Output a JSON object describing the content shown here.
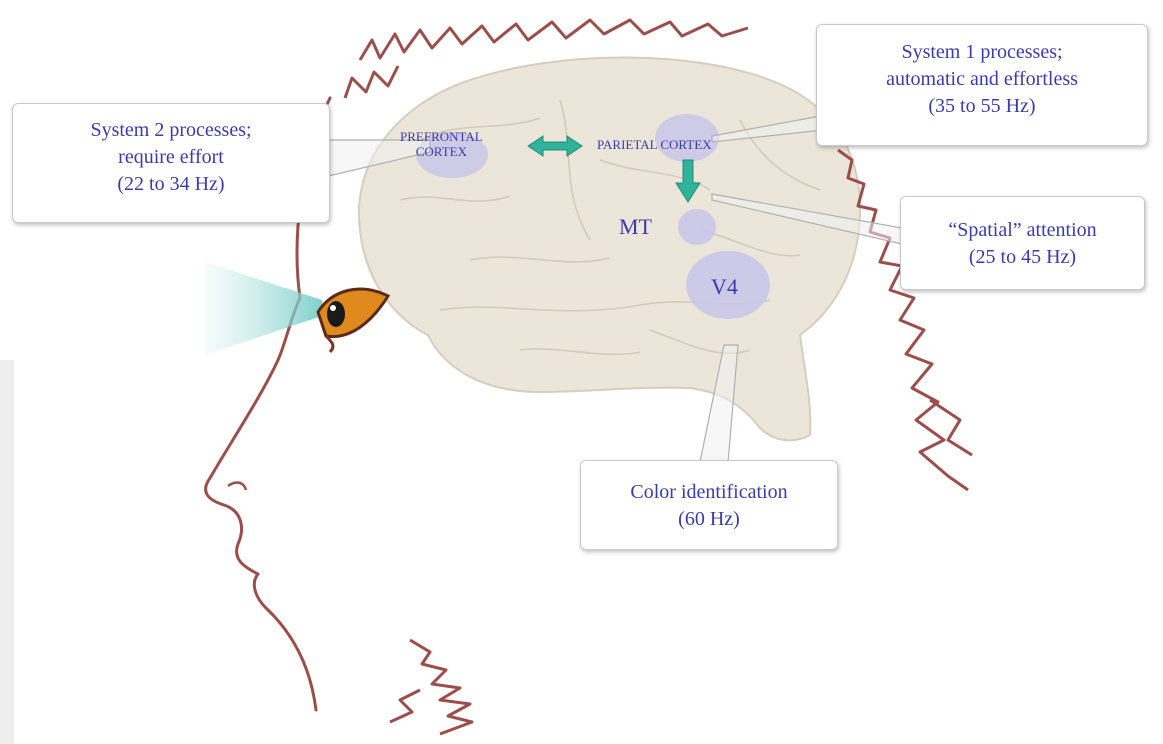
{
  "callouts": {
    "system2": {
      "line1": "System 2 processes;",
      "line2": "require effort",
      "line3": "(22 to 34 Hz)"
    },
    "system1": {
      "line1": "System 1 processes;",
      "line2": "automatic and effortless",
      "line3": "(35 to 55 Hz)"
    },
    "spatial": {
      "line1": "“Spatial” attention",
      "line2": "(25 to 45 Hz)"
    },
    "color": {
      "line1": "Color identification",
      "line2": "(60 Hz)"
    }
  },
  "regions": {
    "prefrontal_line1": "PREFRONTAL",
    "prefrontal_line2": "CORTEX",
    "parietal": "PARIETAL CORTEX",
    "mt": "MT",
    "v4": "V4"
  },
  "colors": {
    "text": "#3b3bb0",
    "head_outline": "#9b4e4a",
    "arrow": "#2fb39a",
    "region_highlight": "#c9c6e8",
    "brain": "#ece6da",
    "eye_iris": "#e08a1e"
  }
}
